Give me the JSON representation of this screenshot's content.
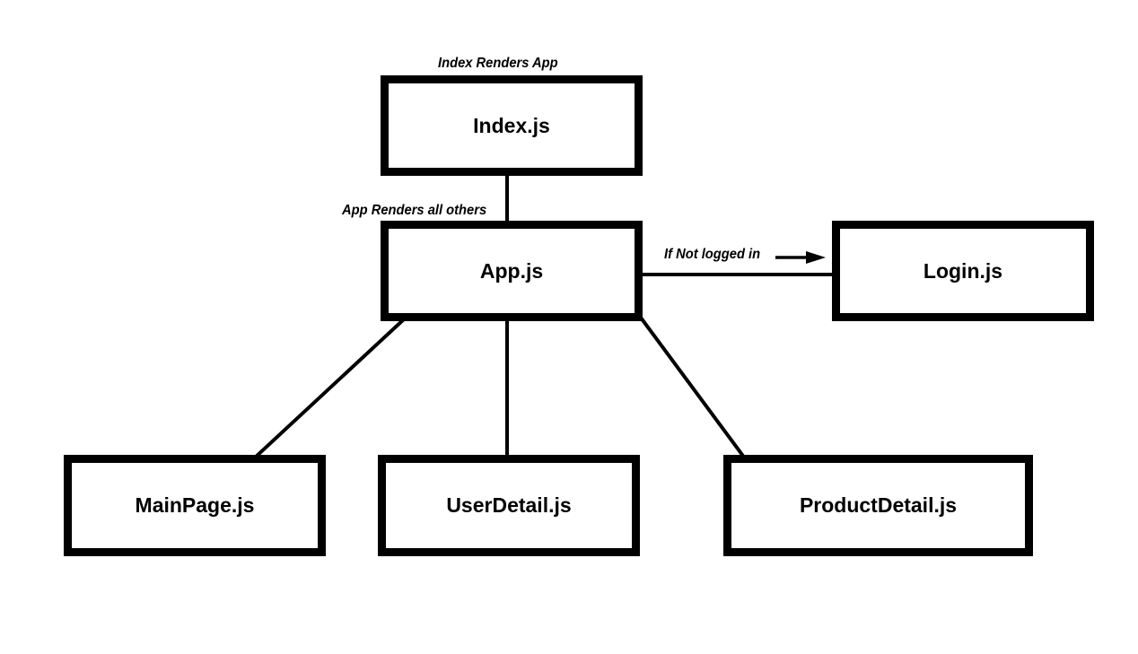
{
  "nodes": {
    "index": "Index.js",
    "app": "App.js",
    "login": "Login.js",
    "main_page": "MainPage.js",
    "user_detail": "UserDetail.js",
    "product_detail": "ProductDetail.js"
  },
  "annotations": {
    "index_renders": "Index Renders App",
    "app_renders": "App Renders all others",
    "if_not_logged_in": "If Not logged in"
  }
}
